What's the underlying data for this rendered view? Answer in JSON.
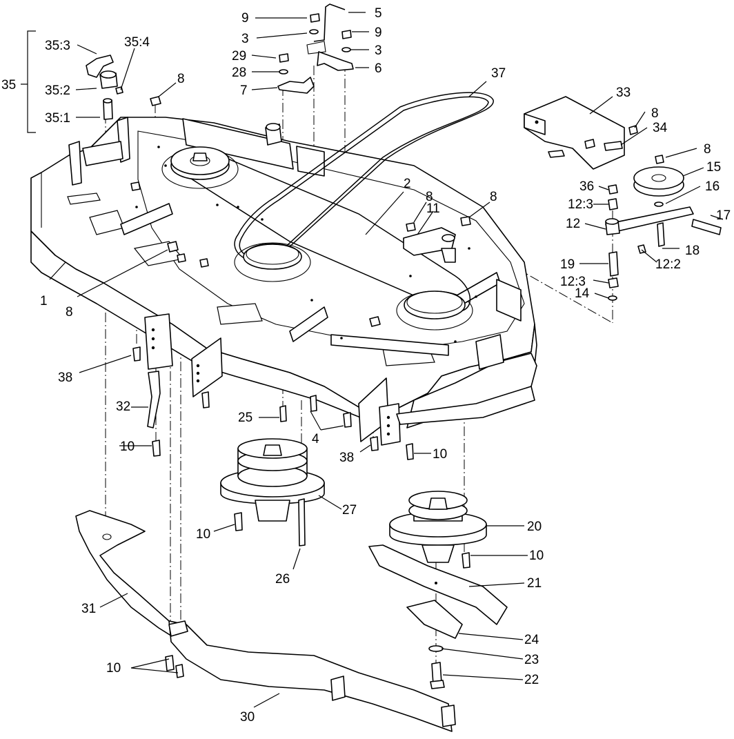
{
  "callouts": [
    {
      "id": "35",
      "text": "35"
    },
    {
      "id": "35_3",
      "text": "35:3"
    },
    {
      "id": "35_4",
      "text": "35:4"
    },
    {
      "id": "35_2",
      "text": "35:2"
    },
    {
      "id": "35_1",
      "text": "35:1"
    },
    {
      "id": "8a",
      "text": "8"
    },
    {
      "id": "9a",
      "text": "9"
    },
    {
      "id": "3a",
      "text": "3"
    },
    {
      "id": "29",
      "text": "29"
    },
    {
      "id": "28",
      "text": "28"
    },
    {
      "id": "7",
      "text": "7"
    },
    {
      "id": "5",
      "text": "5"
    },
    {
      "id": "9b",
      "text": "9"
    },
    {
      "id": "3b",
      "text": "3"
    },
    {
      "id": "6",
      "text": "6"
    },
    {
      "id": "37",
      "text": "37"
    },
    {
      "id": "33",
      "text": "33"
    },
    {
      "id": "8b",
      "text": "8"
    },
    {
      "id": "34",
      "text": "34"
    },
    {
      "id": "8c",
      "text": "8"
    },
    {
      "id": "15",
      "text": "15"
    },
    {
      "id": "36",
      "text": "36"
    },
    {
      "id": "16",
      "text": "16"
    },
    {
      "id": "12_3a",
      "text": "12:3"
    },
    {
      "id": "17",
      "text": "17"
    },
    {
      "id": "12",
      "text": "12"
    },
    {
      "id": "18",
      "text": "18"
    },
    {
      "id": "19",
      "text": "19"
    },
    {
      "id": "12_3b",
      "text": "12:3"
    },
    {
      "id": "12_2",
      "text": "12:2"
    },
    {
      "id": "14",
      "text": "14"
    },
    {
      "id": "2",
      "text": "2"
    },
    {
      "id": "8d",
      "text": "8"
    },
    {
      "id": "11",
      "text": "11"
    },
    {
      "id": "8e",
      "text": "8"
    },
    {
      "id": "1",
      "text": "1"
    },
    {
      "id": "8f",
      "text": "8"
    },
    {
      "id": "38a",
      "text": "38"
    },
    {
      "id": "32",
      "text": "32"
    },
    {
      "id": "25",
      "text": "25"
    },
    {
      "id": "4",
      "text": "4"
    },
    {
      "id": "38b",
      "text": "38"
    },
    {
      "id": "10a",
      "text": "10"
    },
    {
      "id": "10b",
      "text": "10"
    },
    {
      "id": "27",
      "text": "27"
    },
    {
      "id": "10c",
      "text": "10"
    },
    {
      "id": "26",
      "text": "26"
    },
    {
      "id": "20",
      "text": "20"
    },
    {
      "id": "10d",
      "text": "10"
    },
    {
      "id": "21",
      "text": "21"
    },
    {
      "id": "31",
      "text": "31"
    },
    {
      "id": "24",
      "text": "24"
    },
    {
      "id": "23",
      "text": "23"
    },
    {
      "id": "22",
      "text": "22"
    },
    {
      "id": "10e",
      "text": "10"
    },
    {
      "id": "30",
      "text": "30"
    }
  ]
}
